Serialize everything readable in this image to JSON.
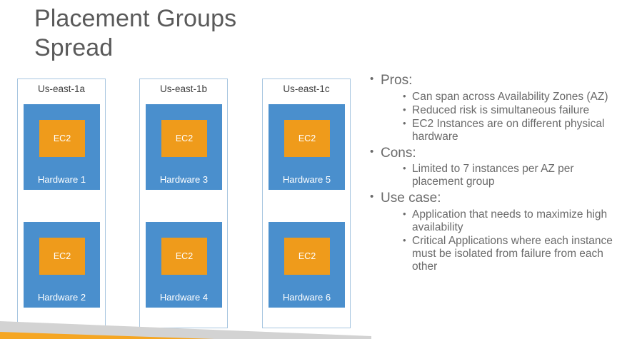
{
  "slide": {
    "title": "Placement Groups\nSpread",
    "title_color": "#5a5a5a"
  },
  "colors": {
    "hardware_blue": "#4a8fcd",
    "ec2_orange": "#ef9b1b",
    "box_border_blue": "#a8c6e0",
    "body_text_gray": "#6a6a6a",
    "decor_gray": "#d3d3d3",
    "decor_orange": "#f5a623"
  },
  "az_columns": [
    {
      "label": "Us-east-1a",
      "hardware": [
        {
          "hw_label": "Hardware 1",
          "ec2_label": "EC2"
        },
        {
          "hw_label": "Hardware 2",
          "ec2_label": "EC2"
        }
      ]
    },
    {
      "label": "Us-east-1b",
      "hardware": [
        {
          "hw_label": "Hardware 3",
          "ec2_label": "EC2"
        },
        {
          "hw_label": "Hardware 4",
          "ec2_label": "EC2"
        }
      ]
    },
    {
      "label": "Us-east-1c",
      "hardware": [
        {
          "hw_label": "Hardware 5",
          "ec2_label": "EC2"
        },
        {
          "hw_label": "Hardware 6",
          "ec2_label": "EC2"
        }
      ]
    }
  ],
  "bullets": [
    {
      "level": 1,
      "marker": "•",
      "text": "Pros:"
    },
    {
      "level": 2,
      "marker": "•",
      "text": "Can span across Availability Zones (AZ)"
    },
    {
      "level": 2,
      "marker": "•",
      "text": "Reduced risk is simultaneous failure"
    },
    {
      "level": 2,
      "marker": "•",
      "text": "EC2 Instances are on different physical hardware"
    },
    {
      "level": 1,
      "marker": "•",
      "text": "Cons:"
    },
    {
      "level": 2,
      "marker": "•",
      "text": "Limited to 7 instances per AZ per placement group"
    },
    {
      "level": 1,
      "marker": "•",
      "text": "Use case:"
    },
    {
      "level": 2,
      "marker": "•",
      "text": "Application that needs to maximize high availability"
    },
    {
      "level": 2,
      "marker": "•",
      "text": "Critical Applications where each instance must be isolated from failure from each other"
    }
  ]
}
